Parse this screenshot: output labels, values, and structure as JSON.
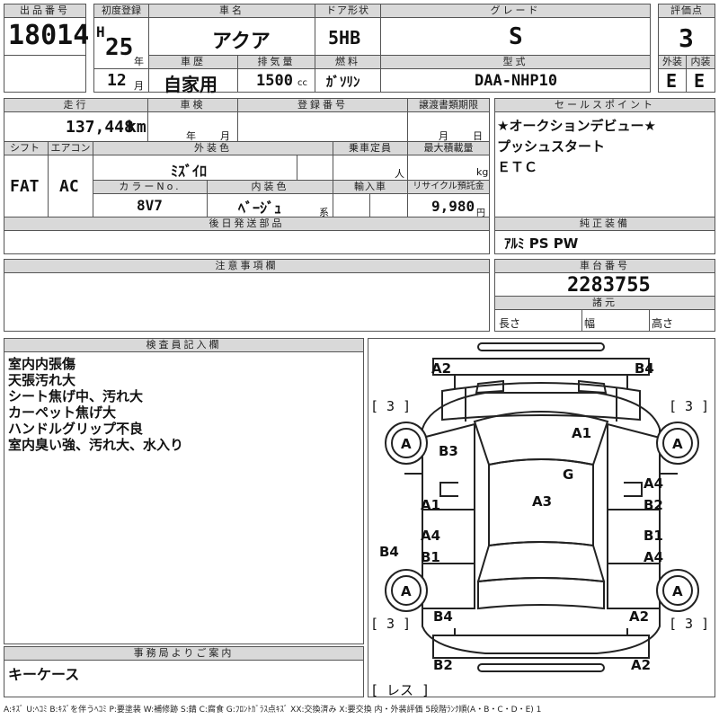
{
  "headers": {
    "lot_number": "出品番号",
    "first_reg": "初度登録",
    "car_name": "車名",
    "door_type": "ドア形状",
    "grade": "グレード",
    "score": "評価点",
    "history": "車歴",
    "displacement": "排気量",
    "fuel": "燃料",
    "model_code": "型式",
    "exterior": "外装",
    "interior": "内装",
    "mileage": "走行",
    "inspection": "車検",
    "registration_no": "登録番号",
    "transfer_deadline": "譲渡書類期限",
    "sales_points": "セールスポイント",
    "shift": "シフト",
    "aircon": "エアコン",
    "ext_color": "外装色",
    "capacity": "乗車定員",
    "max_load": "最大積載量",
    "color_no": "カラーNo.",
    "int_color": "内装色",
    "import": "輸入車",
    "recycle_fee": "リサイクル預託金",
    "later_parts": "後日発送部品",
    "genuine_equipment": "純正装備",
    "notes": "注意事項欄",
    "chassis_no": "車台番号",
    "specs": "諸元",
    "inspector_notes": "検査員記入欄",
    "office_notice": "事務局よりご案内"
  },
  "values": {
    "lot_number": "18014",
    "era": "H",
    "year": "25",
    "year_unit": "年",
    "month": "12",
    "month_unit": "月",
    "car_name": "アクア",
    "door_type": "5HB",
    "grade": "S",
    "score": "3",
    "history": "自家用",
    "displacement": "1500",
    "displacement_unit": "cc",
    "fuel": "ｶﾞｿﾘﾝ",
    "model_code": "DAA-NHP10",
    "exterior_grade": "E",
    "interior_grade": "E",
    "mileage": "137,448",
    "mileage_unit": "km",
    "inspection_year_unit": "年",
    "inspection_month_unit": "月",
    "deadline_month_unit": "月",
    "deadline_day_unit": "日",
    "shift": "FAT",
    "aircon": "AC",
    "ext_color": "ﾐｽﾞｲﾛ",
    "capacity_unit": "人",
    "max_load_unit": "kg",
    "color_no": "8V7",
    "int_color": "ﾍﾞｰｼﾞｭ",
    "int_color_suffix": "系",
    "recycle_fee": "9,980",
    "recycle_unit": "円",
    "chassis_no": "2283755",
    "length_label": "長さ",
    "width_label": "幅",
    "height_label": "高さ"
  },
  "sales_points": [
    "★オークションデビュー★",
    "プッシュスタート",
    "ＥＴＣ"
  ],
  "genuine_equipment": "ｱﾙﾐ PS PW",
  "inspector_notes": [
    "室内内張傷",
    "天張汚れ大",
    "シート焦げ中、汚れ大",
    "カーペット焦げ大",
    "ハンドルグリップ不良",
    "室内臭い強、汚れ大、水入り"
  ],
  "office_notice": "キーケース",
  "diagram": {
    "tire_depth": "[ 3 ]",
    "spare": "[ レス ]",
    "marks": {
      "front_bumper_left": "A2",
      "front_bumper_right": "B4",
      "left_tire_front": "A",
      "right_tire_front": "A",
      "left_tire_rear": "A",
      "right_tire_rear": "A",
      "left_fender": "B3",
      "roof": "A1",
      "glass": "G",
      "roof_center": "A3",
      "right_front_door_1": "A4",
      "right_front_door_2": "B2",
      "left_front_door": "A1",
      "left_rear_door_1": "A4",
      "left_rear_door_2": "B1",
      "right_rear_door_1": "B1",
      "right_rear_door_2": "A4",
      "left_rocker": "B4",
      "left_quarter": "B4",
      "right_quarter": "A2",
      "rear_bumper_left": "B2",
      "rear_bumper_right": "A2"
    }
  },
  "legend": "A:ｷｽﾞ U:ﾍｺﾐ B:ｷｽﾞを伴うﾍｺﾐ P:要塗装 W:補修跡 S:錆 C:腐食 G:ﾌﾛﾝﾄｶﾞﾗｽ点ｷｽﾞ XX:交換済み X:要交換 内・外装評価 5段階ﾗﾝｸ順(A・B・C・D・E) 1"
}
